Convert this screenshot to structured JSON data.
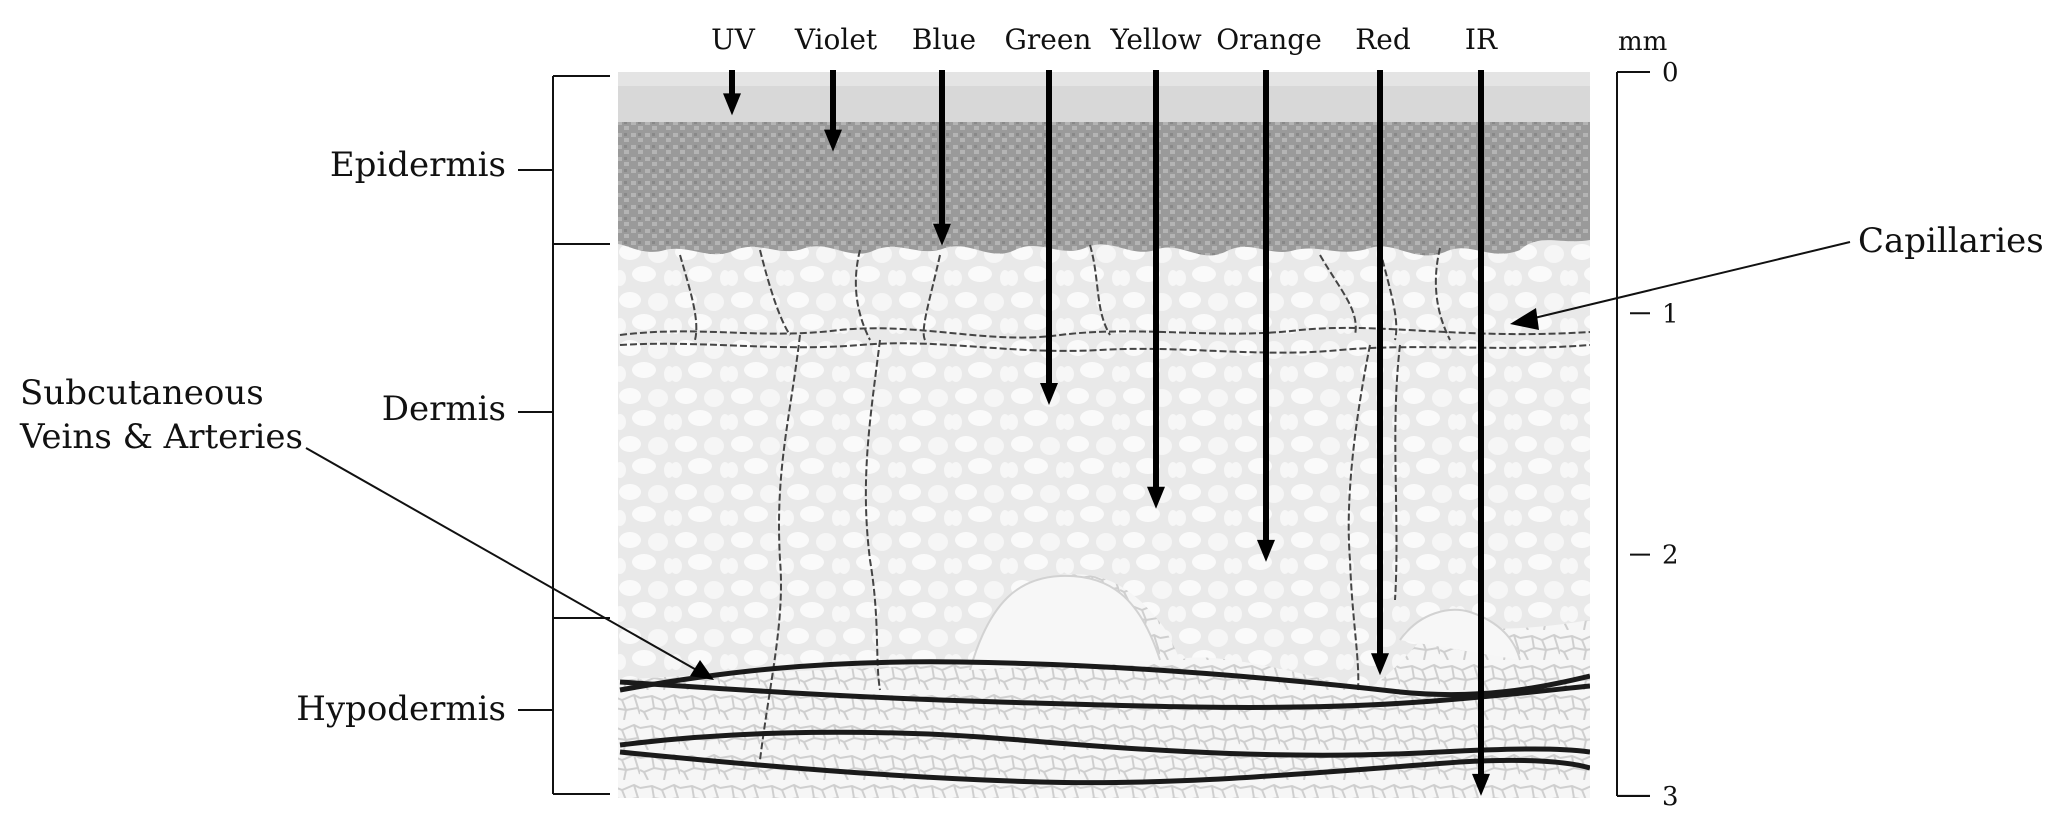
{
  "wavelengths": [
    {
      "label": "UV",
      "depth_mm": 0.18
    },
    {
      "label": "Violet",
      "depth_mm": 0.33
    },
    {
      "label": "Blue",
      "depth_mm": 0.72
    },
    {
      "label": "Green",
      "depth_mm": 1.38
    },
    {
      "label": "Yellow",
      "depth_mm": 1.81
    },
    {
      "label": "Orange",
      "depth_mm": 2.03
    },
    {
      "label": "Red",
      "depth_mm": 2.5
    },
    {
      "label": "IR",
      "depth_mm": 3.0
    }
  ],
  "layers": [
    {
      "label": "Epidermis",
      "top_mm": 0,
      "bottom_mm": 0.7
    },
    {
      "label": "Dermis",
      "top_mm": 0.7,
      "bottom_mm": 2.25
    },
    {
      "label": "Hypodermis",
      "top_mm": 2.25,
      "bottom_mm": 3.0
    }
  ],
  "scale": {
    "unit": "mm",
    "ticks": [
      {
        "label": "0",
        "value": 0
      },
      {
        "label": "1",
        "value": 1
      },
      {
        "label": "2",
        "value": 2
      },
      {
        "label": "3",
        "value": 3
      }
    ]
  },
  "annotations": {
    "capillaries": "Capillaries",
    "veins_line1": "Subcutaneous",
    "veins_line2": "Veins & Arteries"
  },
  "colors": {
    "surface": "#d8d8d8",
    "epidermis": "#9a9a9a",
    "dermis": "#ededed",
    "dermis_cell": "#f9f9f9",
    "hypodermis": "#f4f4f4",
    "vessel": "#222222",
    "arrow": "#000000"
  }
}
